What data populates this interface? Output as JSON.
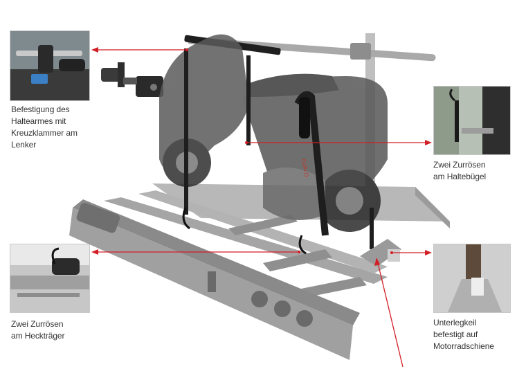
{
  "callouts": [
    {
      "id": "handlebar-clamp",
      "text": "Befestigung des\nHaltearmes mit\nKreuzklammer am\nLenker"
    },
    {
      "id": "lashing-eyes-bracket",
      "text": "Zwei Zurrösen\nam Haltebügel"
    },
    {
      "id": "lashing-eyes-carrier",
      "text": "Zwei Zurrösen\nam Heckträger"
    },
    {
      "id": "wheel-chock",
      "text": "Unterlegkeil\nbefestigt auf\nMotorradschiene"
    }
  ],
  "strap_brand": "OJALO",
  "colors": {
    "callout": "#d21f26",
    "scooter": "#4a4a4a",
    "carrier": "#9a9a9a",
    "strap": "#1e1e1e",
    "strap_accent": "#c0392b"
  }
}
